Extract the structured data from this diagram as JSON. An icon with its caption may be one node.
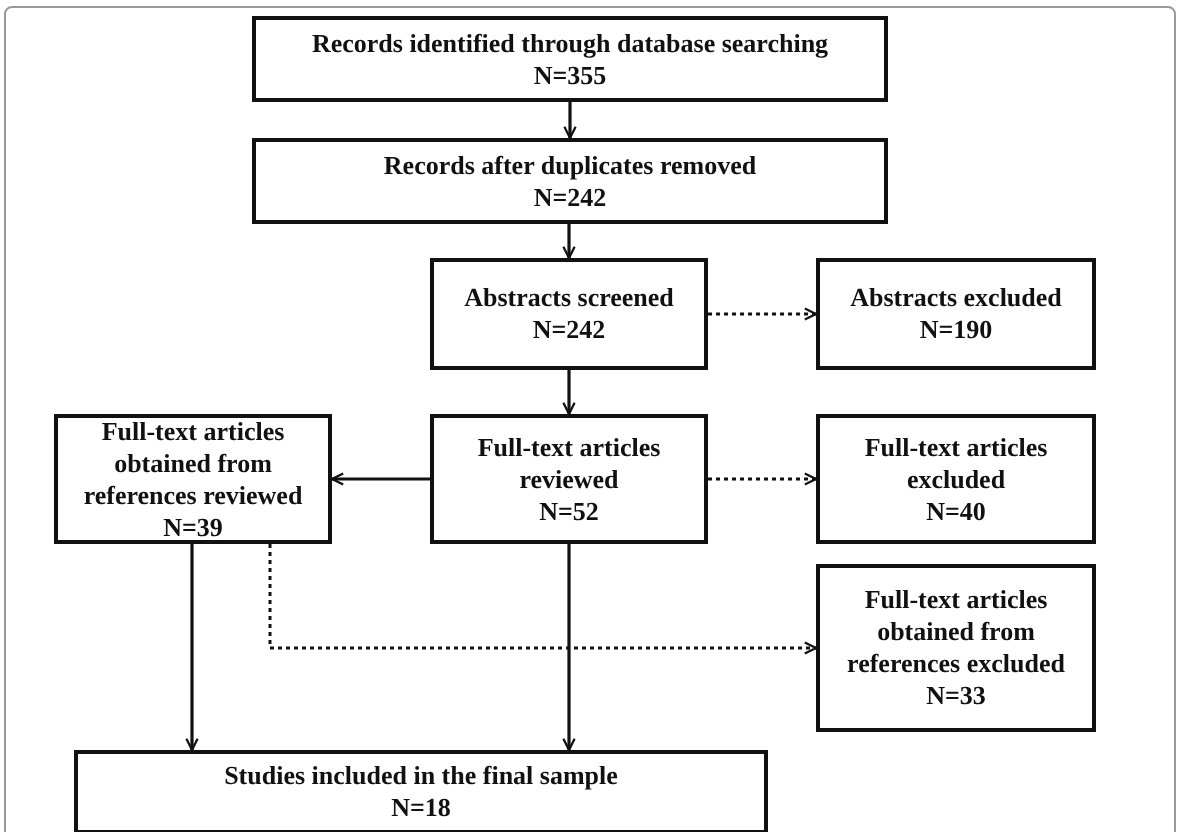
{
  "diagram": {
    "nodes": [
      {
        "text": [
          "Records identified through database searching",
          "N=355"
        ]
      },
      {
        "text": [
          "Records after duplicates removed",
          "N=242"
        ]
      },
      {
        "text": [
          "Abstracts screened",
          "N=242"
        ]
      },
      {
        "text": [
          "Abstracts excluded",
          "N=190"
        ]
      },
      {
        "text": [
          "Full-text articles obtained from references reviewed",
          "N=39"
        ]
      },
      {
        "text": [
          "Full-text articles reviewed",
          "N=52"
        ]
      },
      {
        "text": [
          "Full-text articles excluded",
          "N=40"
        ]
      },
      {
        "text": [
          "Full-text articles obtained from references excluded",
          "N=33"
        ]
      },
      {
        "text": [
          "Studies included in the final sample",
          "N=18"
        ]
      }
    ],
    "edges": [
      {
        "from": 0,
        "to": 1,
        "arrow": "to"
      },
      {
        "from": 1,
        "to": 2,
        "arrow": "to"
      },
      {
        "from": 2,
        "to": 3,
        "arrow": "to",
        "style": "dashed"
      },
      {
        "from": 2,
        "to": 5,
        "arrow": "to"
      },
      {
        "from": 5,
        "to": 4,
        "arrow": "to"
      },
      {
        "from": 5,
        "to": 6,
        "arrow": "to",
        "style": "dashed"
      },
      {
        "from": 4,
        "to": 7,
        "arrow": "to",
        "style": "dashed"
      },
      {
        "from": 4,
        "to": 8,
        "arrow": "to"
      },
      {
        "from": 5,
        "to": 8,
        "arrow": "to"
      }
    ]
  }
}
